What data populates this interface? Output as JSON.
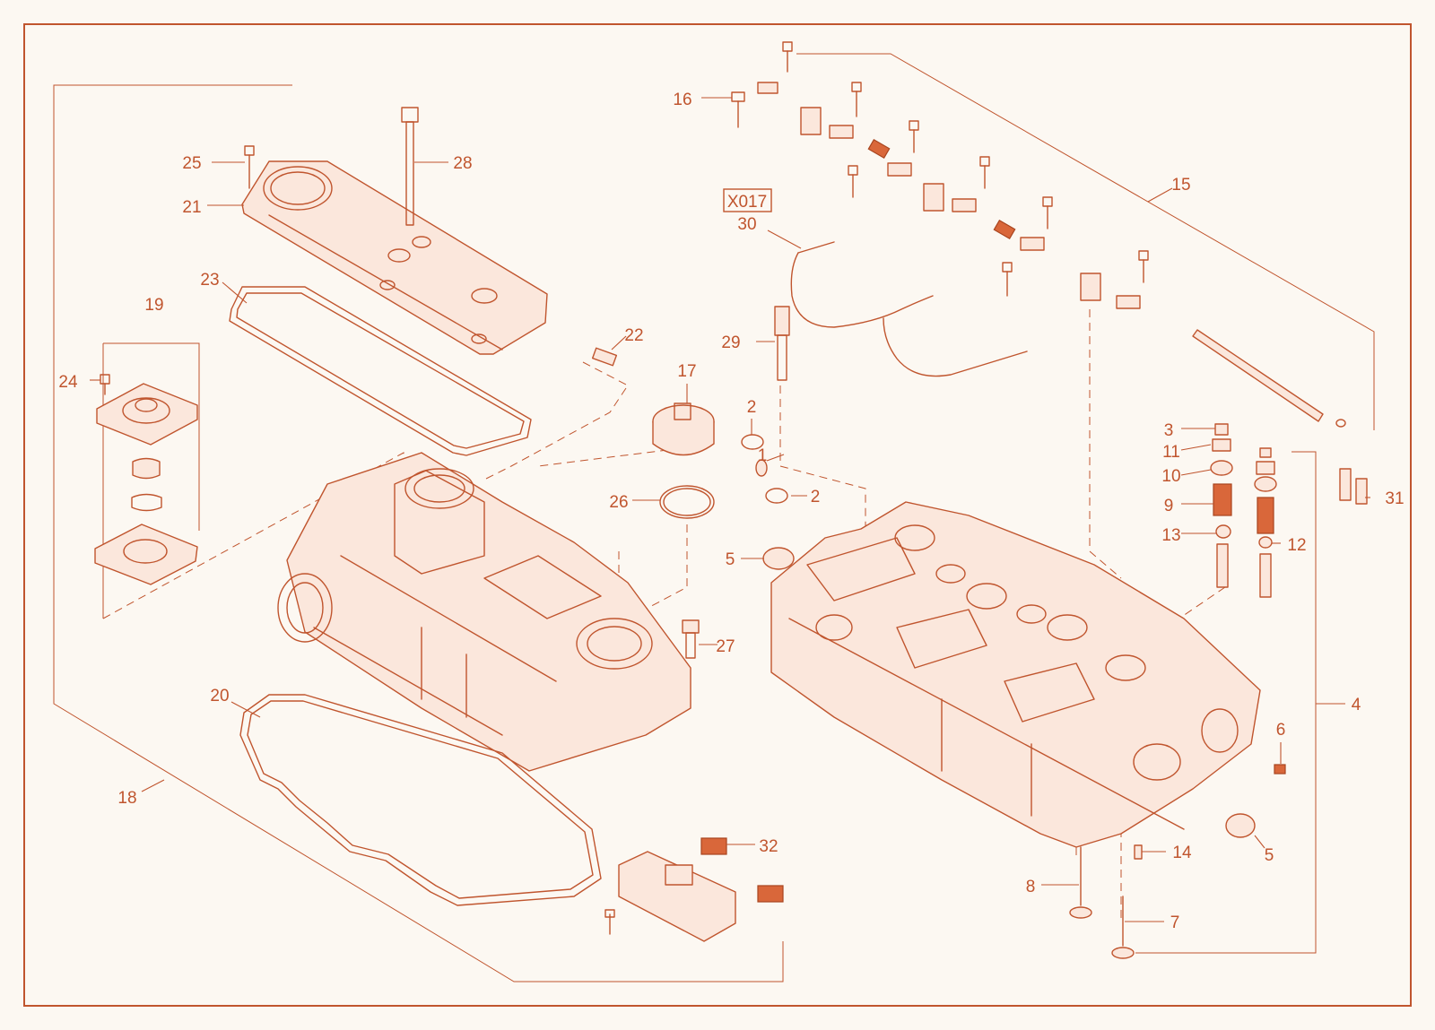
{
  "diagram": {
    "reference_tag": "X017",
    "callouts": {
      "c1": "1",
      "c2a": "2",
      "c2b": "2",
      "c3": "3",
      "c4": "4",
      "c5a": "5",
      "c5b": "5",
      "c6": "6",
      "c7": "7",
      "c8": "8",
      "c9": "9",
      "c10": "10",
      "c11": "11",
      "c12": "12",
      "c13": "13",
      "c14": "14",
      "c15": "15",
      "c16": "16",
      "c17": "17",
      "c18": "18",
      "c19": "19",
      "c20": "20",
      "c21": "21",
      "c22": "22",
      "c23": "23",
      "c24": "24",
      "c25": "25",
      "c26": "26",
      "c27": "27",
      "c28": "28",
      "c29": "29",
      "c30": "30",
      "c31": "31",
      "c32": "32"
    },
    "colors": {
      "line": "#c0552e",
      "background": "#fcf8f2",
      "accent": "#d9673a"
    }
  }
}
